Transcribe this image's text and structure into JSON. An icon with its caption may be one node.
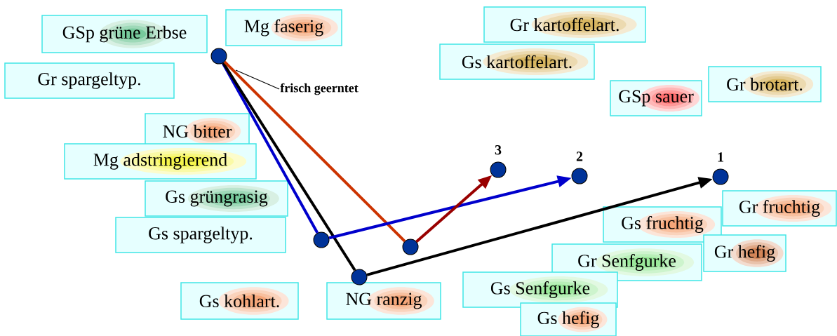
{
  "diagram": {
    "nodes": [
      {
        "text": [
          "GSp grüne Erbse"
        ]
      },
      {
        "text": [
          "Mg faserig"
        ]
      },
      {
        "text": [
          "Gr kartoffelart."
        ]
      },
      {
        "text": [
          "Gs kartoffelart."
        ]
      },
      {
        "text": [
          "Gr spargeltyp."
        ]
      },
      {
        "text": [
          "GSp sauer"
        ]
      },
      {
        "text": [
          "Gr brotart."
        ]
      },
      {
        "text": [
          "NG bitter"
        ]
      },
      {
        "text": [
          "Mg adstringierend"
        ]
      },
      {
        "text": [
          "Gs grüngrasig"
        ]
      },
      {
        "text": [
          "Gs spargeltyp."
        ]
      },
      {
        "text": [
          "Gs kohlart."
        ]
      },
      {
        "text": [
          "NG ranzig"
        ]
      },
      {
        "text": [
          "Gs fruchtig"
        ]
      },
      {
        "text": [
          "Gr fruchtig"
        ]
      },
      {
        "text": [
          "Gr Senfgurke"
        ]
      },
      {
        "text": [
          "Gr hefig"
        ]
      },
      {
        "text": [
          "Gs Senfgurke"
        ]
      },
      {
        "text": [
          "Gs hefig"
        ]
      },
      {
        "text": [],
        "shape": "circle"
      },
      {
        "text": [],
        "shape": "circle"
      },
      {
        "text": [],
        "shape": "circle"
      },
      {
        "text": [],
        "shape": "circle"
      },
      {
        "text": [],
        "shape": "circle",
        "beside": [
          "3"
        ]
      },
      {
        "text": [],
        "shape": "circle",
        "beside": [
          "2"
        ]
      },
      {
        "text": [],
        "shape": "circle",
        "beside": [
          "1"
        ]
      },
      {
        "text": [
          "frisch geerntet"
        ]
      }
    ],
    "edges": [
      {
        "from": 19,
        "to": 20,
        "arrow": "none",
        "color": "#0000cc"
      },
      {
        "from": 19,
        "to": 21,
        "arrow": "none",
        "color": "#000000"
      },
      {
        "from": 19,
        "to": 22,
        "arrow": "none",
        "color": "#cc3300"
      },
      {
        "from": 20,
        "to": 24,
        "arrow": "to",
        "color": "#0000cc"
      },
      {
        "from": 21,
        "to": 25,
        "arrow": "to",
        "color": "#000000"
      },
      {
        "from": 22,
        "to": 23,
        "arrow": "to",
        "color": "#990000"
      },
      {
        "from": 26,
        "to": null,
        "arrow": "none",
        "color": "#000000"
      }
    ]
  }
}
